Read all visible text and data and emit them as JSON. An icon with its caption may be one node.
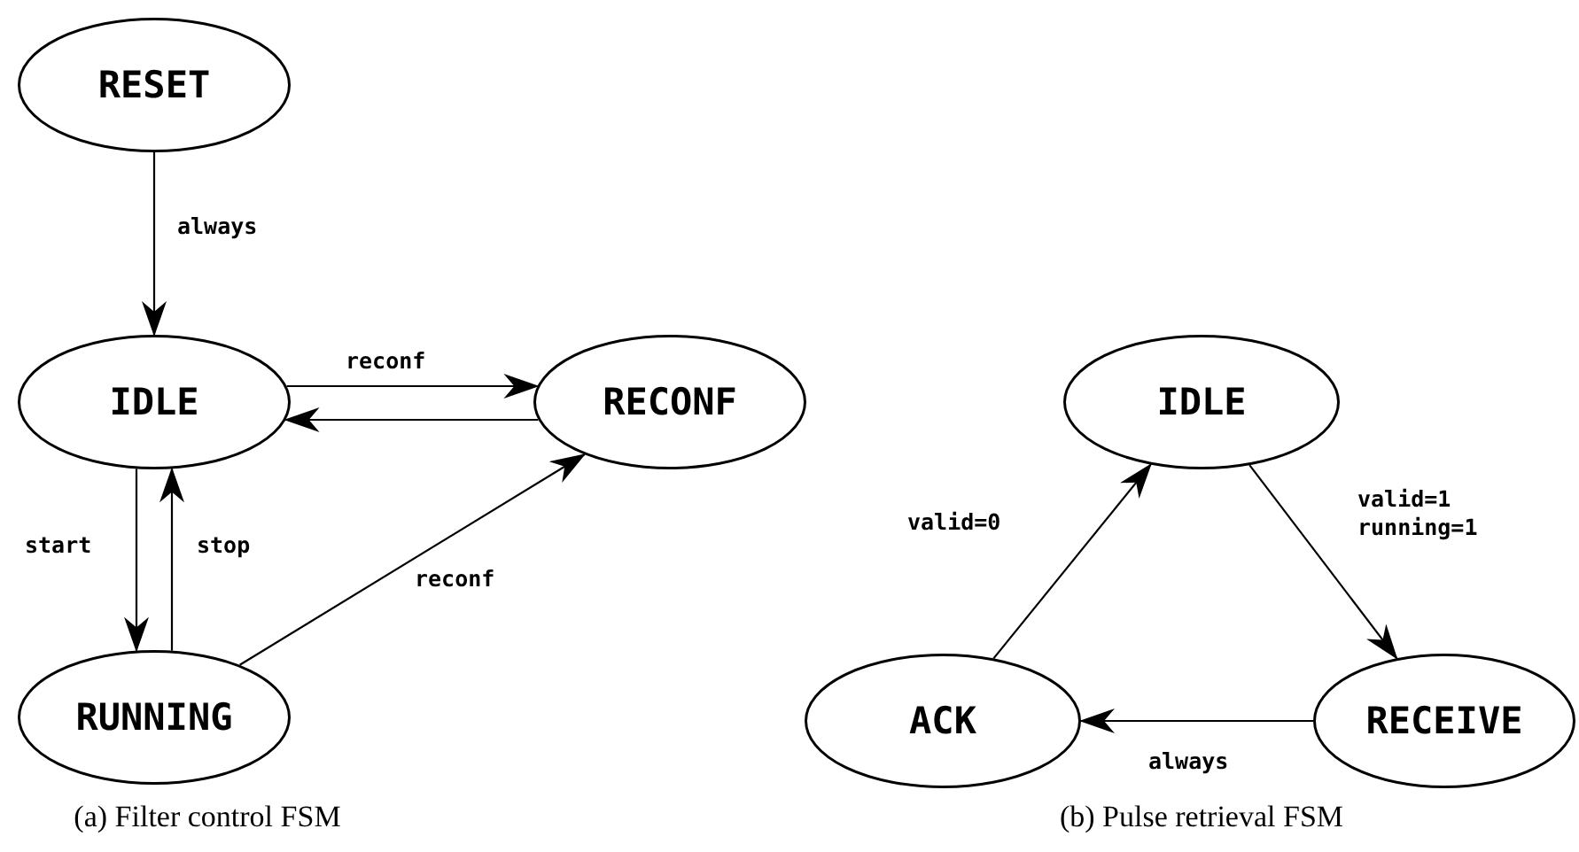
{
  "diagram": {
    "nodes": [
      {
        "text": [
          "RESET"
        ]
      },
      {
        "text": [
          "IDLE"
        ]
      },
      {
        "text": [
          "RECONF"
        ]
      },
      {
        "text": [
          "RUNNING"
        ]
      },
      {
        "text": [
          "IDLE"
        ]
      },
      {
        "text": [
          "ACK"
        ]
      },
      {
        "text": [
          "RECEIVE"
        ]
      }
    ],
    "edges": [
      {
        "from": 0,
        "to": 1,
        "arrow": "to",
        "label": "always"
      },
      {
        "from": 1,
        "to": 2,
        "arrow": "to",
        "label": "reconf"
      },
      {
        "from": 2,
        "to": 1,
        "arrow": "to"
      },
      {
        "from": 1,
        "to": 3,
        "arrow": "to",
        "label": "start"
      },
      {
        "from": 3,
        "to": 1,
        "arrow": "to",
        "label": "stop"
      },
      {
        "from": 3,
        "to": 2,
        "arrow": "to",
        "label": "reconf"
      },
      {
        "from": 4,
        "to": 6,
        "arrow": "to",
        "label": "valid=1 running=1"
      },
      {
        "from": 6,
        "to": 5,
        "arrow": "to",
        "label": "always"
      },
      {
        "from": 5,
        "to": 4,
        "arrow": "to",
        "label": "valid=0"
      }
    ],
    "labels": [
      "(a) Filter control FSM",
      "(b) Pulse retrieval FSM"
    ]
  }
}
